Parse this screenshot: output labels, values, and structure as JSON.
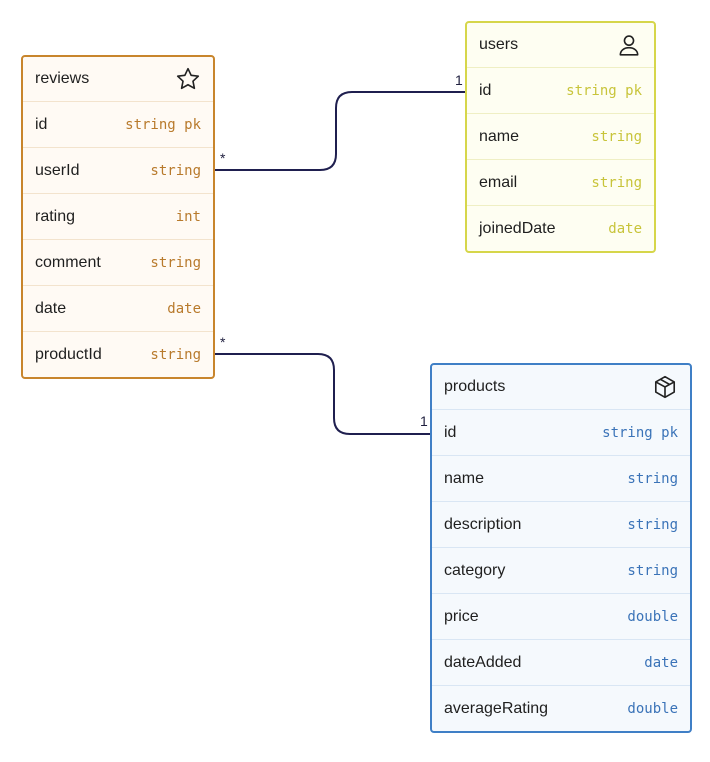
{
  "tables": {
    "reviews": {
      "name": "reviews",
      "icon": "star-icon",
      "border_color": "#c8852c",
      "fields": [
        {
          "name": "id",
          "type": "string pk"
        },
        {
          "name": "userId",
          "type": "string"
        },
        {
          "name": "rating",
          "type": "int"
        },
        {
          "name": "comment",
          "type": "string"
        },
        {
          "name": "date",
          "type": "date"
        },
        {
          "name": "productId",
          "type": "string"
        }
      ]
    },
    "users": {
      "name": "users",
      "icon": "user-icon",
      "border_color": "#d6d64a",
      "fields": [
        {
          "name": "id",
          "type": "string pk"
        },
        {
          "name": "name",
          "type": "string"
        },
        {
          "name": "email",
          "type": "string"
        },
        {
          "name": "joinedDate",
          "type": "date"
        }
      ]
    },
    "products": {
      "name": "products",
      "icon": "box-icon",
      "border_color": "#3f7fc6",
      "fields": [
        {
          "name": "id",
          "type": "string pk"
        },
        {
          "name": "name",
          "type": "string"
        },
        {
          "name": "description",
          "type": "string"
        },
        {
          "name": "category",
          "type": "string"
        },
        {
          "name": "price",
          "type": "double"
        },
        {
          "name": "dateAdded",
          "type": "date"
        },
        {
          "name": "averageRating",
          "type": "double"
        }
      ]
    }
  },
  "relations": [
    {
      "from": "reviews.userId",
      "to": "users.id",
      "from_card": "*",
      "to_card": "1",
      "color": "#1f1f4f"
    },
    {
      "from": "reviews.productId",
      "to": "products.id",
      "from_card": "*",
      "to_card": "1",
      "color": "#1f1f4f"
    }
  ]
}
